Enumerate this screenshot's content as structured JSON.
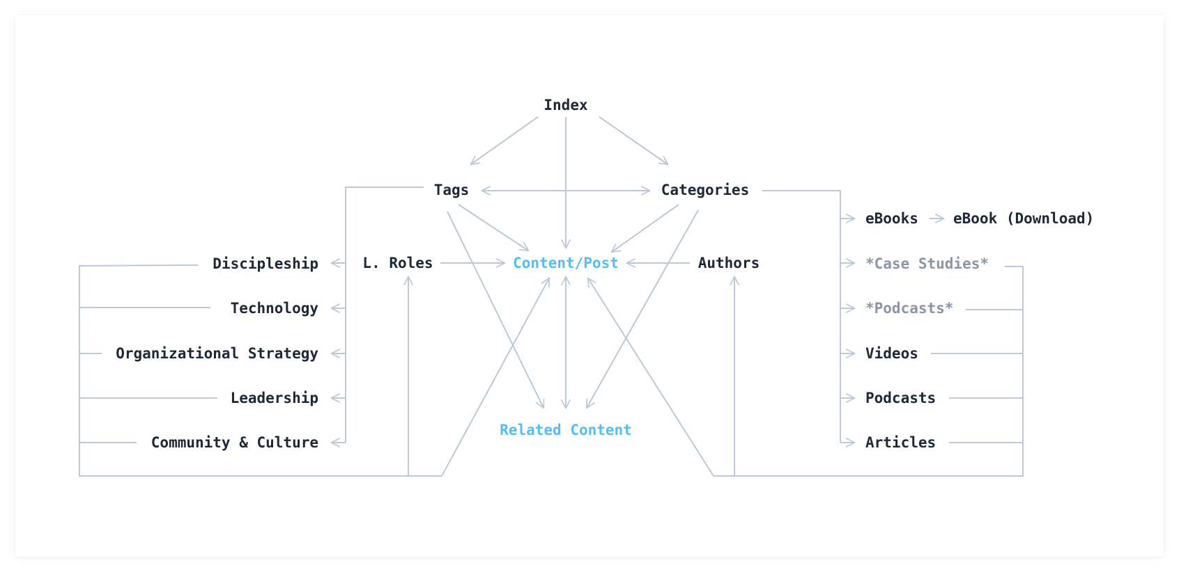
{
  "nodes": {
    "index": "Index",
    "tags": "Tags",
    "categories": "Categories",
    "content_post": "Content/Post",
    "l_roles": "L. Roles",
    "authors": "Authors",
    "related_content": "Related Content",
    "discipleship": "Discipleship",
    "technology": "Technology",
    "organizational_strategy": "Organizational Strategy",
    "leadership": "Leadership",
    "community_culture": "Community & Culture",
    "ebooks": "eBooks",
    "ebook_download": "eBook (Download)",
    "case_studies": "*Case Studies*",
    "podcasts_muted": "*Podcasts*",
    "videos": "Videos",
    "podcasts": "Podcasts",
    "articles": "Articles"
  },
  "colors": {
    "text": "#1c2738",
    "accent": "#54bdf5",
    "muted": "#8a95a6",
    "edge": "#bcc8d8"
  }
}
